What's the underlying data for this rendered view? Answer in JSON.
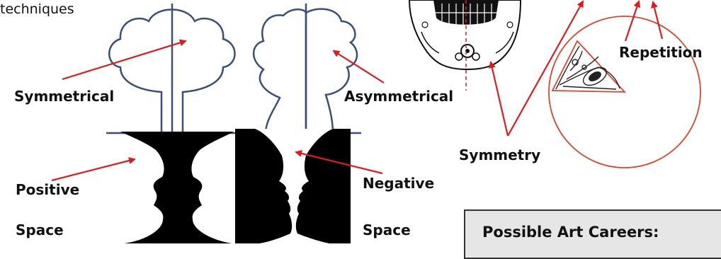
{
  "intro_text": "techniques",
  "labels": {
    "symmetrical": "Symmetrical",
    "asymmetrical": "Asymmetrical",
    "positive": "Positive",
    "positive_2": "Space",
    "negative": "Negative",
    "negative_2": "Space",
    "repetition": "Repetition",
    "symmetry": "Symmetry"
  },
  "careers_heading": "Possible Art Careers:",
  "colors": {
    "arrow": "#e3191c",
    "tree_outline": "#3a4f7a",
    "circle": "#e0442b",
    "silhouette": "#000000"
  }
}
